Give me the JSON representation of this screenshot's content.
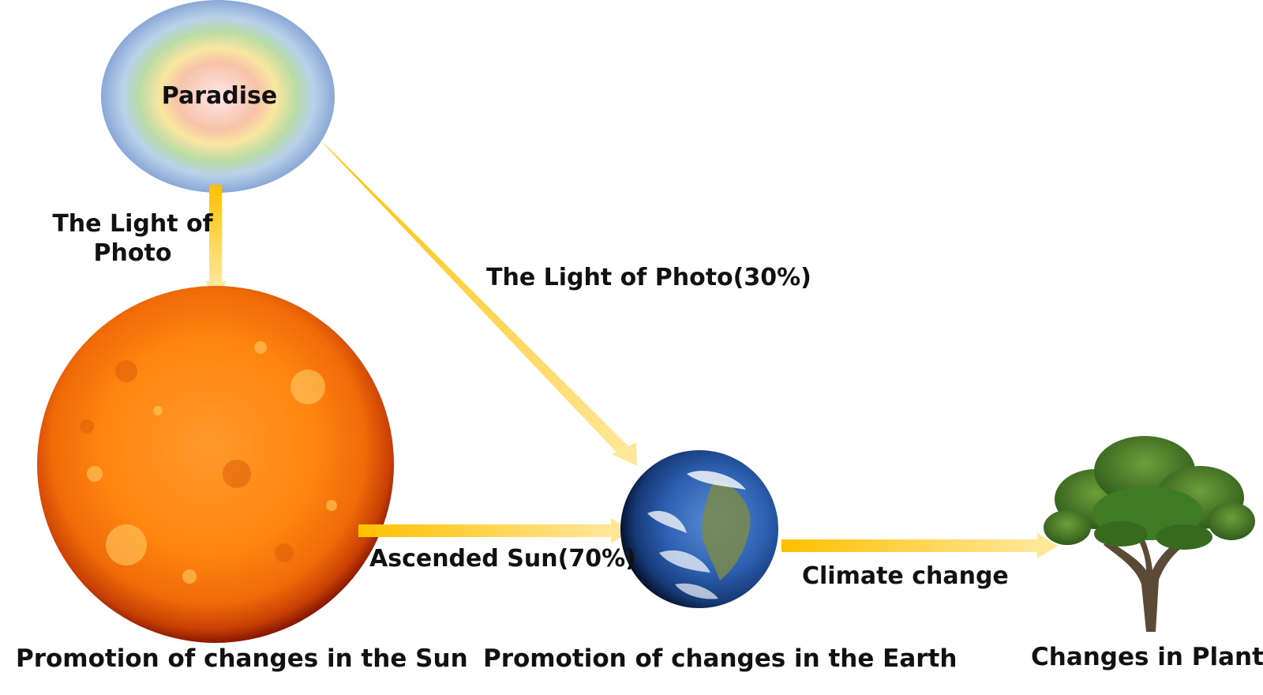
{
  "nodes": {
    "paradise": "Paradise",
    "sun_caption": "Promotion of changes in the Sun",
    "earth_caption": "Promotion of changes in the Earth",
    "plants_caption": "Changes in Plants"
  },
  "edges": {
    "paradise_to_sun": "The Light of Photo",
    "paradise_to_earth": "The Light of Photo(30%)",
    "sun_to_earth": "Ascended Sun(70%)",
    "earth_to_plants": "Climate change"
  },
  "icons": [
    "paradise-oval",
    "sun-icon",
    "earth-icon",
    "tree-icon"
  ],
  "colors": {
    "arrow": "#ffc000",
    "arrow_fade": "#ffe79a",
    "sun_core": "#ff8a10",
    "sun_edge": "#a02000",
    "earth_ocean": "#2c5fb0",
    "tree_foliage": "#3f7a25"
  }
}
